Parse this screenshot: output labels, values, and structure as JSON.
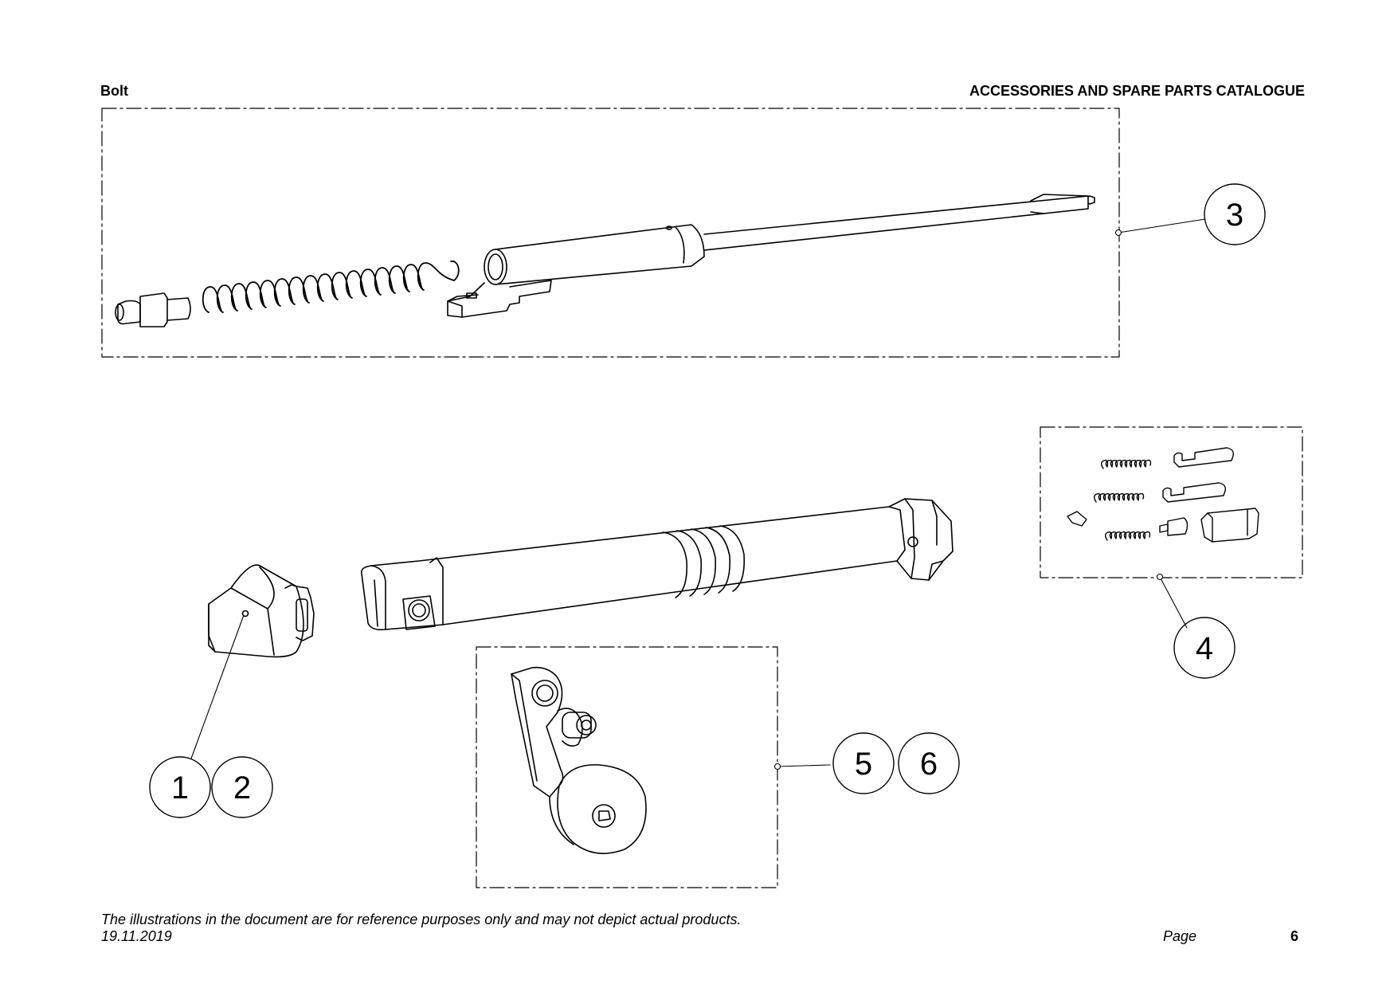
{
  "header": {
    "section": "Bolt",
    "catalogue_title": "ACCESSORIES AND SPARE PARTS CATALOGUE"
  },
  "callouts": {
    "c1": "1",
    "c2": "2",
    "c3": "3",
    "c4": "4",
    "c5": "5",
    "c6": "6"
  },
  "footer": {
    "disclaimer": "The illustrations in the document are for reference purposes only and may not depict actual products.",
    "date": "19.11.2019",
    "page_label": "Page",
    "page_number": "6"
  }
}
